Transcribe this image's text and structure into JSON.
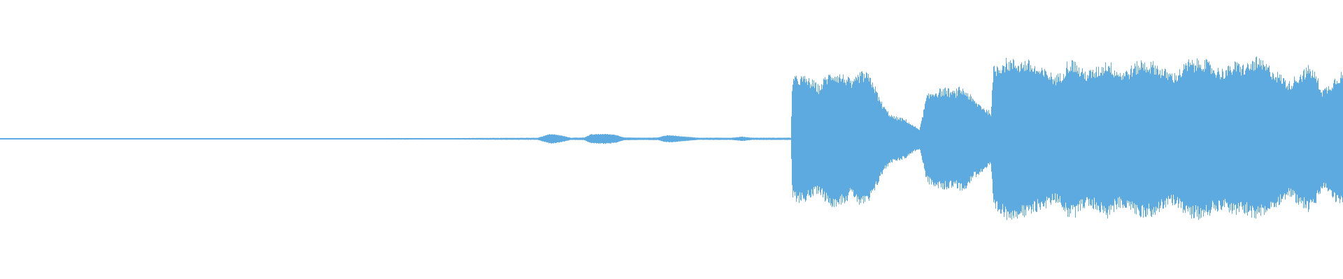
{
  "waveform": {
    "color": "#5DAAE0",
    "background": "#FFFFFF",
    "peak_envelope": [
      [
        0.0,
        0.005
      ],
      [
        0.03,
        0.006
      ],
      [
        0.06,
        0.005
      ],
      [
        0.09,
        0.006
      ],
      [
        0.12,
        0.005
      ],
      [
        0.15,
        0.006
      ],
      [
        0.18,
        0.005
      ],
      [
        0.21,
        0.006
      ],
      [
        0.24,
        0.005
      ],
      [
        0.27,
        0.006
      ],
      [
        0.3,
        0.007
      ],
      [
        0.33,
        0.006
      ],
      [
        0.36,
        0.008
      ],
      [
        0.39,
        0.009
      ],
      [
        0.4,
        0.009
      ],
      [
        0.41,
        0.045
      ],
      [
        0.418,
        0.03
      ],
      [
        0.425,
        0.01
      ],
      [
        0.435,
        0.012
      ],
      [
        0.44,
        0.04
      ],
      [
        0.45,
        0.045
      ],
      [
        0.458,
        0.038
      ],
      [
        0.465,
        0.012
      ],
      [
        0.48,
        0.01
      ],
      [
        0.49,
        0.012
      ],
      [
        0.495,
        0.03
      ],
      [
        0.5,
        0.032
      ],
      [
        0.51,
        0.02
      ],
      [
        0.52,
        0.01
      ],
      [
        0.545,
        0.01
      ],
      [
        0.553,
        0.02
      ],
      [
        0.56,
        0.01
      ],
      [
        0.585,
        0.01
      ],
      [
        0.589,
        0.01
      ],
      [
        0.59,
        0.54
      ],
      [
        0.595,
        0.56
      ],
      [
        0.6,
        0.55
      ],
      [
        0.605,
        0.52
      ],
      [
        0.61,
        0.47
      ],
      [
        0.615,
        0.56
      ],
      [
        0.62,
        0.6
      ],
      [
        0.625,
        0.58
      ],
      [
        0.63,
        0.56
      ],
      [
        0.635,
        0.5
      ],
      [
        0.64,
        0.59
      ],
      [
        0.645,
        0.59
      ],
      [
        0.65,
        0.52
      ],
      [
        0.655,
        0.36
      ],
      [
        0.66,
        0.26
      ],
      [
        0.665,
        0.2
      ],
      [
        0.67,
        0.19
      ],
      [
        0.675,
        0.17
      ],
      [
        0.68,
        0.12
      ],
      [
        0.685,
        0.09
      ],
      [
        0.69,
        0.38
      ],
      [
        0.695,
        0.43
      ],
      [
        0.7,
        0.44
      ],
      [
        0.705,
        0.45
      ],
      [
        0.71,
        0.42
      ],
      [
        0.715,
        0.46
      ],
      [
        0.72,
        0.43
      ],
      [
        0.725,
        0.35
      ],
      [
        0.73,
        0.31
      ],
      [
        0.735,
        0.26
      ],
      [
        0.738,
        0.24
      ],
      [
        0.74,
        0.64
      ],
      [
        0.745,
        0.68
      ],
      [
        0.75,
        0.71
      ],
      [
        0.755,
        0.7
      ],
      [
        0.76,
        0.69
      ],
      [
        0.765,
        0.7
      ],
      [
        0.77,
        0.66
      ],
      [
        0.775,
        0.62
      ],
      [
        0.78,
        0.61
      ],
      [
        0.785,
        0.56
      ],
      [
        0.79,
        0.58
      ],
      [
        0.795,
        0.69
      ],
      [
        0.8,
        0.7
      ],
      [
        0.805,
        0.62
      ],
      [
        0.81,
        0.6
      ],
      [
        0.815,
        0.62
      ],
      [
        0.82,
        0.65
      ],
      [
        0.825,
        0.7
      ],
      [
        0.83,
        0.64
      ],
      [
        0.835,
        0.6
      ],
      [
        0.84,
        0.62
      ],
      [
        0.845,
        0.66
      ],
      [
        0.85,
        0.7
      ],
      [
        0.855,
        0.68
      ],
      [
        0.86,
        0.68
      ],
      [
        0.865,
        0.63
      ],
      [
        0.87,
        0.6
      ],
      [
        0.875,
        0.58
      ],
      [
        0.88,
        0.63
      ],
      [
        0.885,
        0.7
      ],
      [
        0.89,
        0.69
      ],
      [
        0.895,
        0.72
      ],
      [
        0.9,
        0.68
      ],
      [
        0.905,
        0.64
      ],
      [
        0.91,
        0.62
      ],
      [
        0.915,
        0.64
      ],
      [
        0.92,
        0.68
      ],
      [
        0.925,
        0.66
      ],
      [
        0.93,
        0.67
      ],
      [
        0.935,
        0.72
      ],
      [
        0.94,
        0.69
      ],
      [
        0.945,
        0.65
      ],
      [
        0.95,
        0.6
      ],
      [
        0.955,
        0.56
      ],
      [
        0.96,
        0.5
      ],
      [
        0.965,
        0.56
      ],
      [
        0.97,
        0.6
      ],
      [
        0.975,
        0.65
      ],
      [
        0.98,
        0.58
      ],
      [
        0.985,
        0.44
      ],
      [
        0.99,
        0.48
      ],
      [
        0.995,
        0.56
      ],
      [
        1.0,
        0.6
      ]
    ]
  }
}
